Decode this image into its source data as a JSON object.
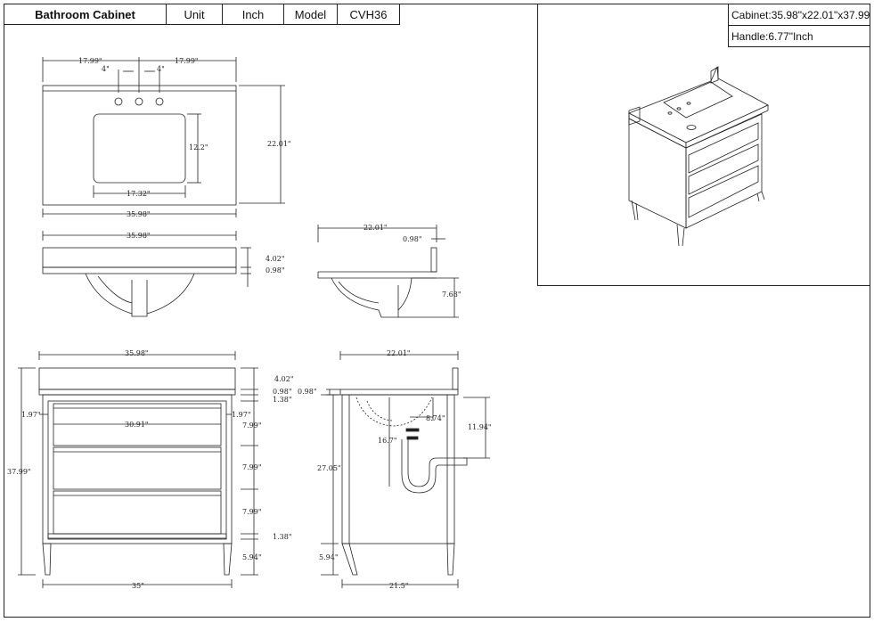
{
  "header": {
    "title": "Bathroom Cabinet",
    "unit_label": "Unit",
    "unit_value": "Inch",
    "model_label": "Model",
    "model_value": "CVH36"
  },
  "specs": {
    "cabinet": "Cabinet:35.98\"x22.01\"x37.99",
    "handle": "Handle:6.77\"Inch"
  },
  "dimensions": {
    "top_view": {
      "left_half": "17.99\"",
      "right_half": "17.99\"",
      "faucet_left": "4\"",
      "faucet_right": "4\"",
      "depth": "22.01\"",
      "sink_depth": "12.2\"",
      "sink_width": "17.32\"",
      "width": "35.98\""
    },
    "front_top_view": {
      "width": "35.98\"",
      "backsplash": "4.02\"",
      "thickness": "0.98\""
    },
    "side_top_view": {
      "depth": "22.01\"",
      "splash_thickness": "0.98\"",
      "bowl_depth": "7.68\""
    },
    "front_view": {
      "width": "35.98\"",
      "backsplash": "4.02\"",
      "top_thickness": "0.98\"",
      "rail_top": "1.38\"",
      "side_left": "1.97\"",
      "side_right": "1.97\"",
      "inner_width": "30.91\"",
      "drawer_1": "7.99\"",
      "drawer_2": "7.99\"",
      "drawer_3": "7.99\"",
      "rail_bottom": "1.38\"",
      "leg_height": "5.94\"",
      "total_height": "37.99\"",
      "base_width": "35\""
    },
    "side_view": {
      "depth": "22.01\"",
      "top_thickness": "0.98\"",
      "drain_offset": "8.74\"",
      "drain_height": "11.94\"",
      "drain_depth": "16.7\"",
      "body_height": "27.05\"",
      "leg_height": "5.94\"",
      "base_depth": "21.5\""
    }
  }
}
